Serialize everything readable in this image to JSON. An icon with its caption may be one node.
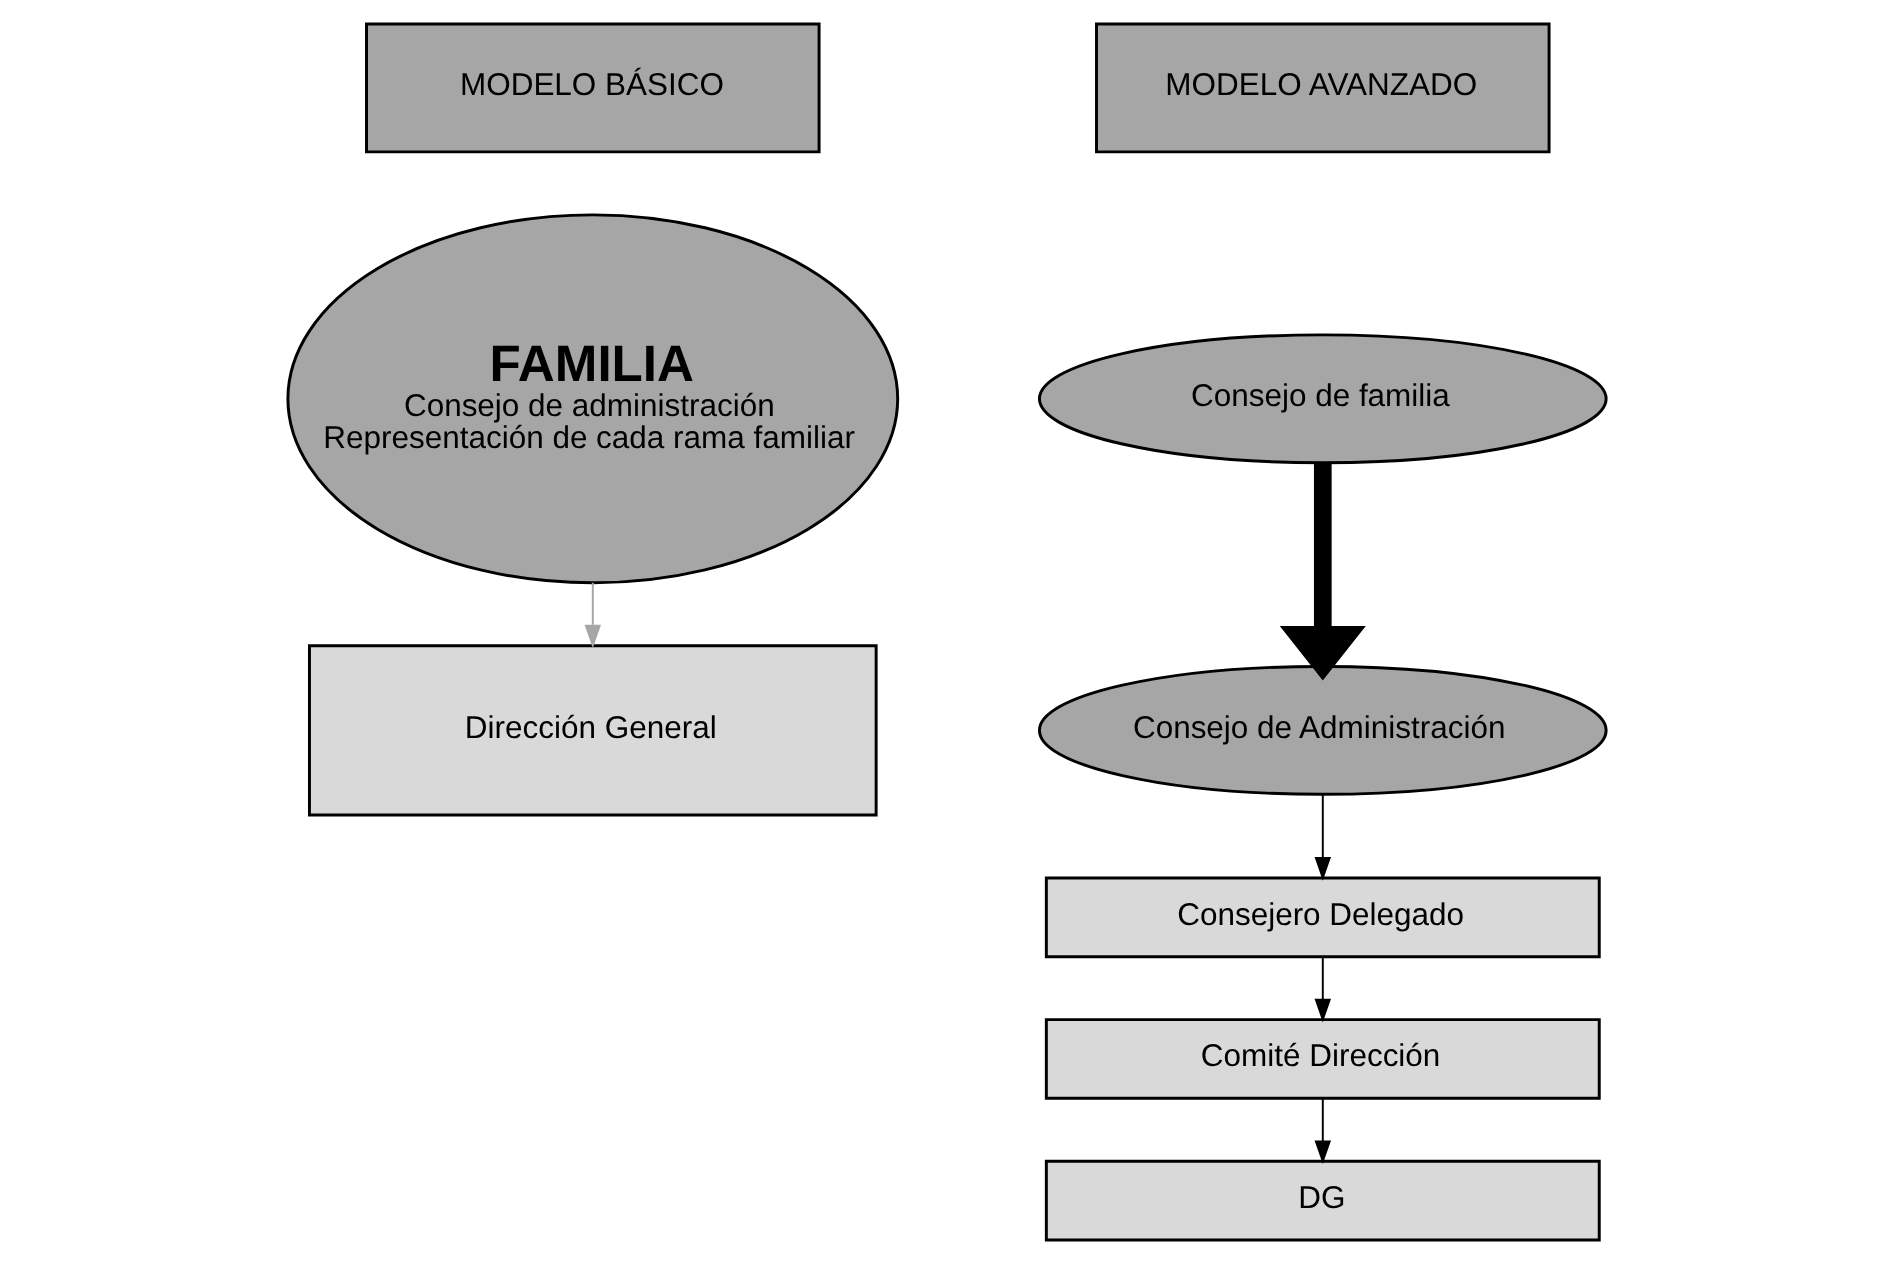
{
  "diagram": {
    "nodes": [
      {
        "text": [
          "MODELO BÁSICO"
        ]
      },
      {
        "text": [
          "FAMILIA",
          "Consejo de administración",
          "Representación de cada rama familiar"
        ]
      },
      {
        "text": [
          "Dirección General"
        ]
      },
      {
        "text": [
          "MODELO AVANZADO"
        ]
      },
      {
        "text": [
          "Consejo de familia"
        ]
      },
      {
        "text": [
          "Consejo de Administración"
        ]
      },
      {
        "text": [
          "Consejero Delegado"
        ]
      },
      {
        "text": [
          "Comité Dirección"
        ]
      },
      {
        "text": [
          "DG"
        ]
      }
    ],
    "edges": [
      {
        "from": 1,
        "to": 2,
        "arrow": "to",
        "color": "#a6a6a6"
      },
      {
        "from": 4,
        "to": 5,
        "arrow": "to",
        "style": "thick"
      },
      {
        "from": 5,
        "to": 6,
        "arrow": "to"
      },
      {
        "from": 6,
        "to": 7,
        "arrow": "to"
      },
      {
        "from": 7,
        "to": 8,
        "arrow": "to"
      }
    ]
  }
}
